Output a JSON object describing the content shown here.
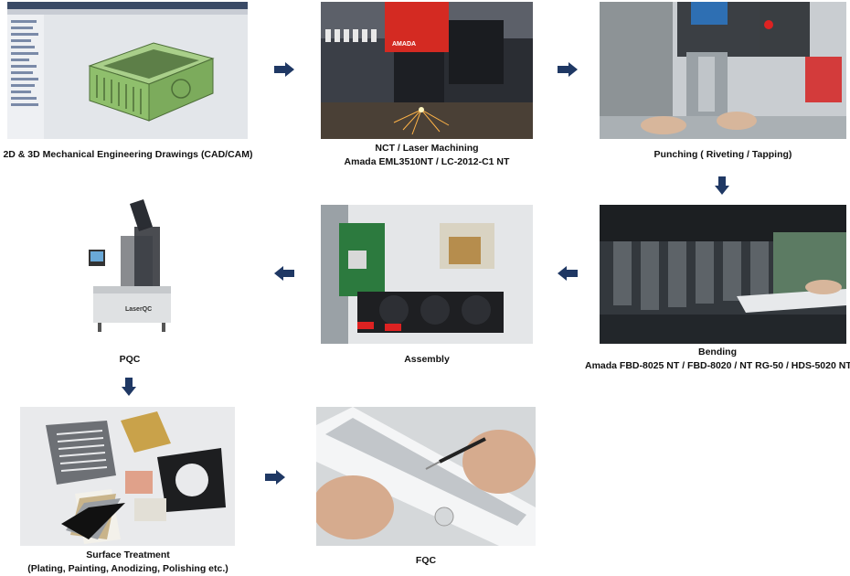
{
  "arrow_color": "#1f3864",
  "steps": [
    {
      "id": "cad",
      "title": "2D & 3D Mechanical Engineering Drawings (CAD/CAM)",
      "subtitle": ""
    },
    {
      "id": "laser",
      "title": "NCT / Laser Machining",
      "subtitle": "Amada EML3510NT / LC-2012-C1 NT"
    },
    {
      "id": "punching",
      "title": "Punching ( Riveting / Tapping)",
      "subtitle": ""
    },
    {
      "id": "bending",
      "title": "Bending",
      "subtitle": "Amada FBD-8025 NT / FBD-8020 / NT RG-50 / HDS-5020 NT"
    },
    {
      "id": "assembly",
      "title": "Assembly",
      "subtitle": ""
    },
    {
      "id": "pqc",
      "title": "PQC",
      "subtitle": ""
    },
    {
      "id": "surface",
      "title": "Surface Treatment",
      "subtitle": "(Plating, Painting, Anodizing, Polishing etc.)"
    },
    {
      "id": "fqc",
      "title": "FQC",
      "subtitle": ""
    }
  ],
  "machine_labels": {
    "laser_brand": "AMADA",
    "pqc_brand": "LaserQC"
  },
  "icons": [
    "arrow-right-icon",
    "arrow-down-icon",
    "arrow-left-icon"
  ]
}
